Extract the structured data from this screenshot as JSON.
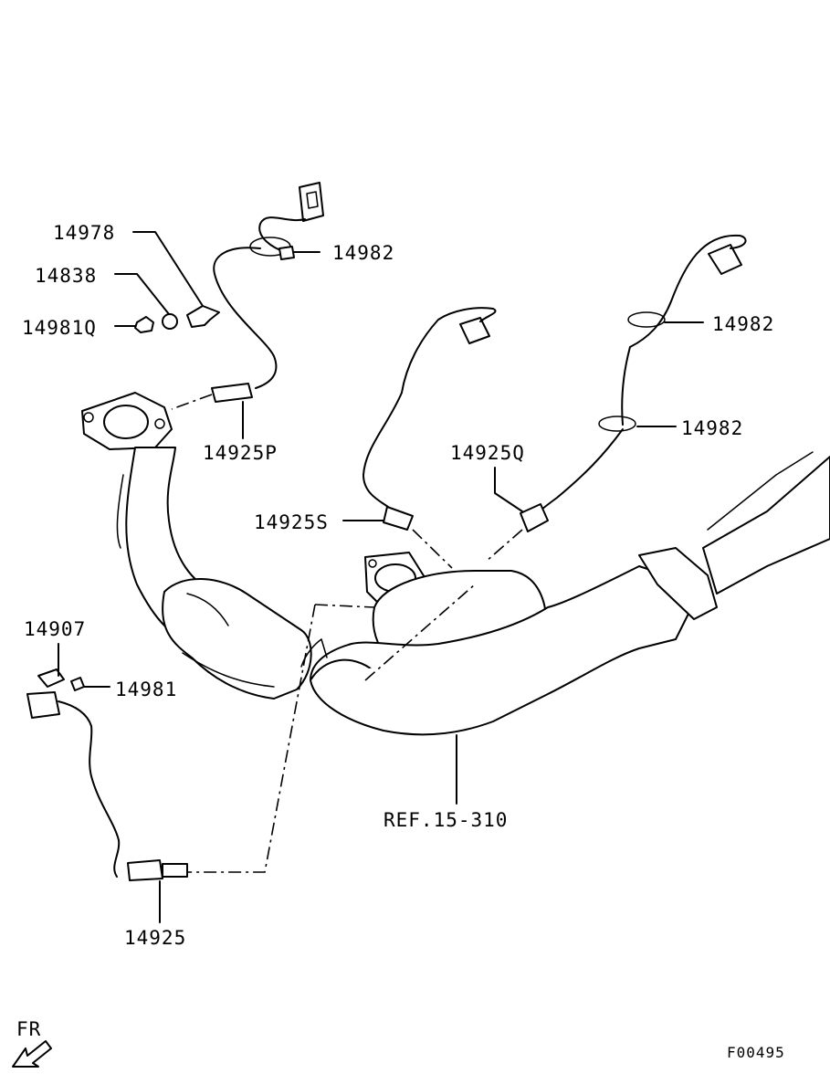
{
  "labels": {
    "p14978": "14978",
    "p14838": "14838",
    "p14981q": "14981Q",
    "p14982_top": "14982",
    "p14982_right1": "14982",
    "p14982_right2": "14982",
    "p14925p": "14925P",
    "p14925q": "14925Q",
    "p14925s": "14925S",
    "p14907": "14907",
    "p14981": "14981",
    "p14925": "14925",
    "ref": "REF.15-310",
    "fr": "FR",
    "figure_code": "F00495"
  }
}
